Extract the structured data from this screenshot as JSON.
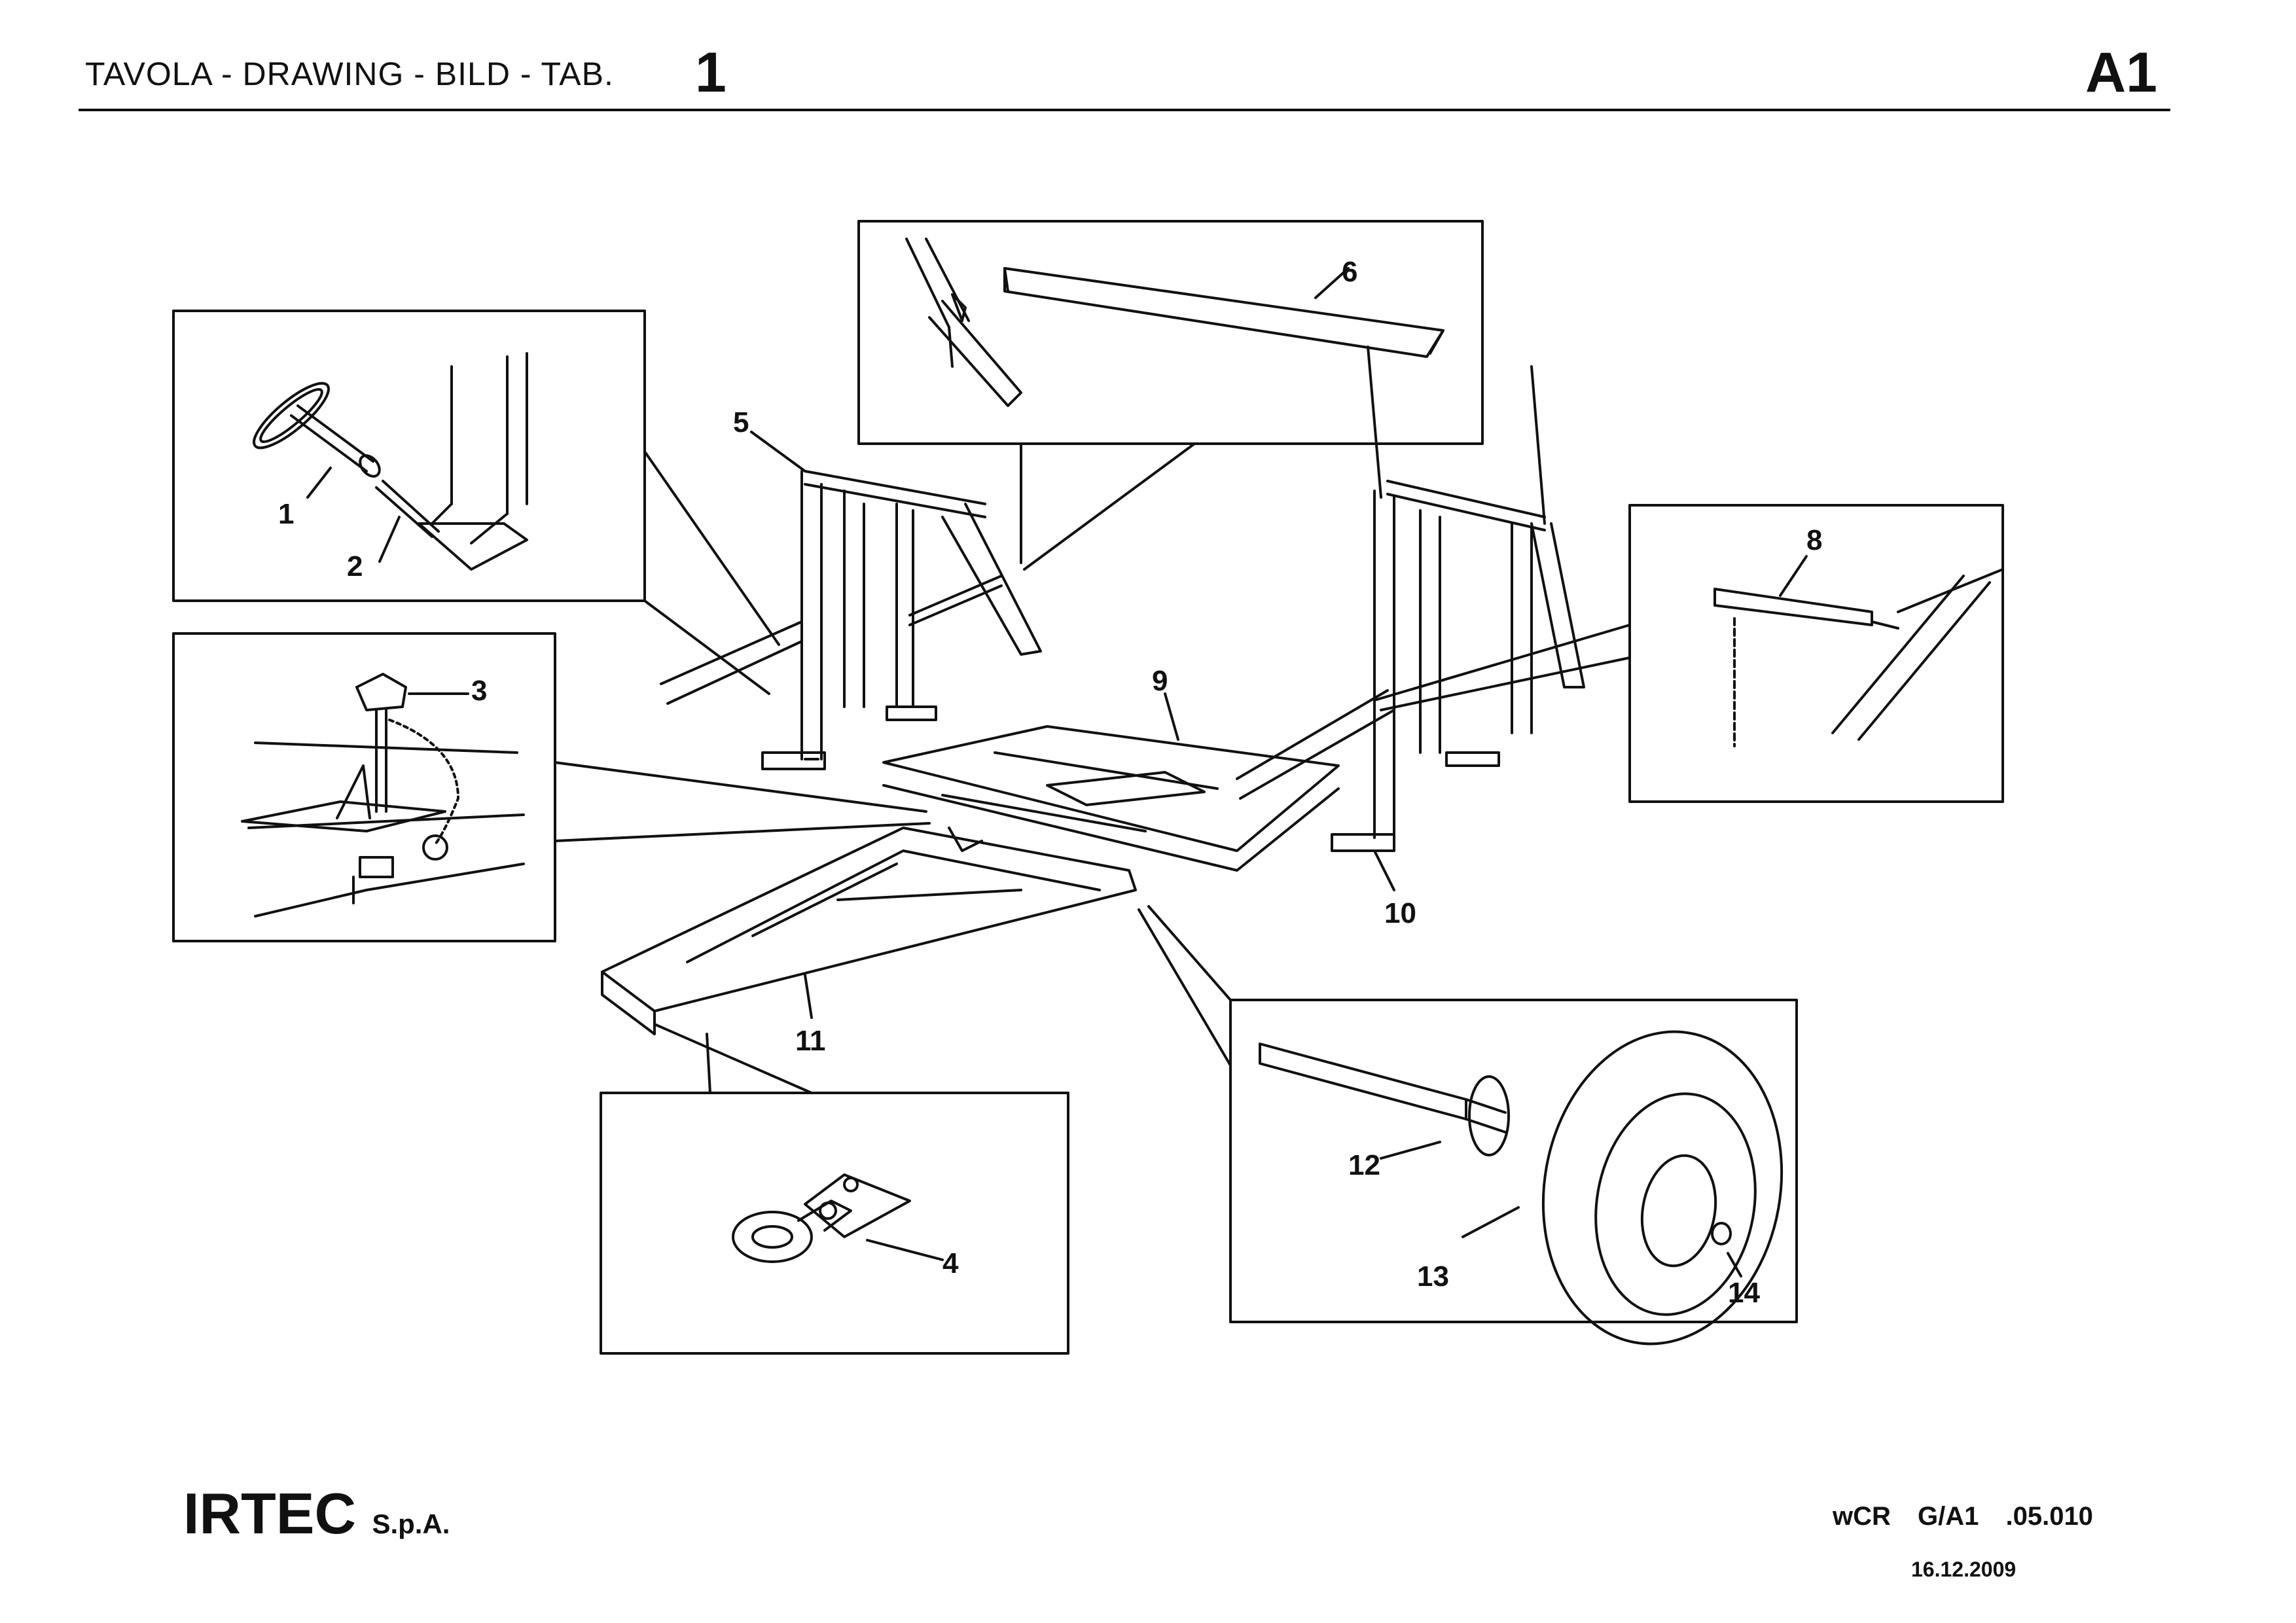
{
  "header": {
    "title": "TAVOLA - DRAWING - BILD - TAB.",
    "table_number": "1",
    "table_code": "A1"
  },
  "footer": {
    "company": "IRTEC",
    "company_suffix": "S.p.A.",
    "document_code": "wCR G/A1 .05.010",
    "date": "16.12.2009"
  },
  "callouts": [
    "1",
    "2",
    "3",
    "4",
    "5",
    "6",
    "8",
    "9",
    "10",
    "11",
    "12",
    "13",
    "14"
  ],
  "colors": {
    "line": "#111111",
    "background": "#ffffff"
  }
}
